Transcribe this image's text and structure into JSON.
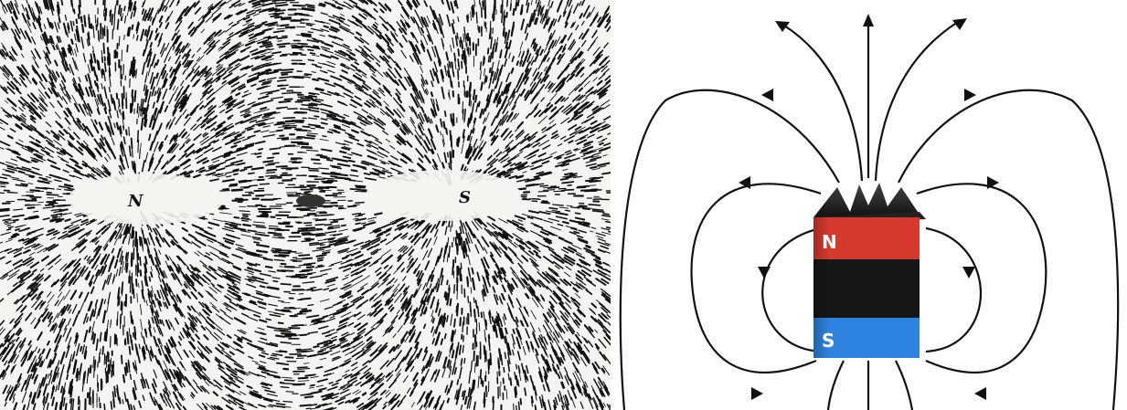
{
  "left_figure": {
    "north_label": "N",
    "south_label": "S"
  },
  "right_figure": {
    "north_label": "N",
    "south_label": "S",
    "colors": {
      "north": "#d63a2f",
      "south": "#2f83e0",
      "body": "#161616",
      "field_line": "#111111"
    }
  }
}
